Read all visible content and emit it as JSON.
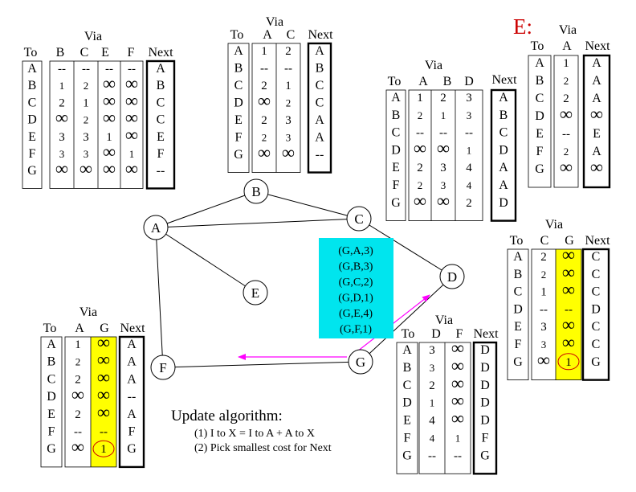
{
  "inf_symbol": "∞",
  "e_label": "E:",
  "network": {
    "nodes": [
      "A",
      "B",
      "C",
      "D",
      "E",
      "F",
      "G"
    ],
    "links": [
      [
        "A",
        "B"
      ],
      [
        "B",
        "C"
      ],
      [
        "A",
        "C"
      ],
      [
        "A",
        "E"
      ],
      [
        "A",
        "F"
      ],
      [
        "C",
        "D"
      ],
      [
        "F",
        "G"
      ],
      [
        "G",
        "D"
      ]
    ]
  },
  "advertisement": {
    "items": [
      "(G,A,3)",
      "(G,B,3)",
      "(G,C,2)",
      "(G,D,1)",
      "(G,E,4)",
      "(G,F,1)"
    ],
    "color": "#00e5ee"
  },
  "algorithm": {
    "title": "Update algorithm:",
    "step1": "(1) I to X = I to A + A to X",
    "step2": "(2) Pick smallest cost for Next"
  },
  "highlight_color": "#ffff00",
  "accent_red": "#cc0000",
  "arrow_color": "#ff00ff",
  "tables": [
    {
      "node": "A",
      "via_label": "Via",
      "to_label": "To",
      "next_label": "Next",
      "dests": [
        "A",
        "B",
        "C",
        "D",
        "E",
        "F",
        "G"
      ],
      "via": [
        "B",
        "C",
        "E",
        "F"
      ],
      "cols": [
        [
          "--",
          "1",
          "2",
          "∞",
          "3",
          "3",
          "∞"
        ],
        [
          "--",
          "2",
          "1",
          "2",
          "3",
          "3",
          "∞"
        ],
        [
          "--",
          "∞",
          "∞",
          "∞",
          "1",
          "∞",
          "∞"
        ],
        [
          "--",
          "∞",
          "∞",
          "∞",
          "∞",
          "1",
          "∞"
        ]
      ],
      "next": [
        "A",
        "B",
        "C",
        "C",
        "E",
        "F",
        "--"
      ]
    },
    {
      "node": "B",
      "via_label": "Via",
      "to_label": "To",
      "next_label": "Next",
      "dests": [
        "A",
        "B",
        "C",
        "D",
        "E",
        "F",
        "G"
      ],
      "via": [
        "A",
        "C"
      ],
      "cols": [
        [
          "1",
          "--",
          "2",
          "∞",
          "2",
          "2",
          "∞"
        ],
        [
          "2",
          "--",
          "1",
          "2",
          "3",
          "3",
          "∞"
        ]
      ],
      "next": [
        "A",
        "B",
        "C",
        "C",
        "A",
        "A",
        "--"
      ]
    },
    {
      "node": "C",
      "via_label": "Via",
      "to_label": "To",
      "next_label": "Next",
      "dests": [
        "A",
        "B",
        "C",
        "D",
        "E",
        "F",
        "G"
      ],
      "via": [
        "A",
        "B",
        "D"
      ],
      "cols": [
        [
          "1",
          "2",
          "--",
          "∞",
          "2",
          "2",
          "∞"
        ],
        [
          "2",
          "1",
          "--",
          "∞",
          "3",
          "3",
          "∞"
        ],
        [
          "3",
          "3",
          "--",
          "1",
          "4",
          "4",
          "2"
        ]
      ],
      "next": [
        "A",
        "B",
        "C",
        "D",
        "A",
        "A",
        "D"
      ]
    },
    {
      "node": "E",
      "via_label": "Via",
      "to_label": "To",
      "next_label": "Next",
      "dests": [
        "A",
        "B",
        "C",
        "D",
        "E",
        "F",
        "G"
      ],
      "via": [
        "A"
      ],
      "cols": [
        [
          "1",
          "2",
          "2",
          "∞",
          "--",
          "2",
          "∞"
        ]
      ],
      "next": [
        "A",
        "A",
        "A",
        "∞",
        "E",
        "A",
        "∞"
      ]
    },
    {
      "node": "D",
      "via_label": "Via",
      "to_label": "To",
      "next_label": "Next",
      "dests": [
        "A",
        "B",
        "C",
        "D",
        "E",
        "F",
        "G"
      ],
      "via": [
        "C",
        "G"
      ],
      "cols": [
        [
          "2",
          "2",
          "1",
          "--",
          "3",
          "3",
          "∞"
        ],
        [
          "∞",
          "∞",
          "∞",
          "--",
          "∞",
          "∞",
          "1"
        ]
      ],
      "next": [
        "C",
        "C",
        "C",
        "D",
        "C",
        "C",
        "G"
      ]
    },
    {
      "node": "F",
      "via_label": "Via",
      "to_label": "To",
      "next_label": "Next",
      "dests": [
        "A",
        "B",
        "C",
        "D",
        "E",
        "F",
        "G"
      ],
      "via": [
        "A",
        "G"
      ],
      "cols": [
        [
          "1",
          "2",
          "2",
          "∞",
          "2",
          "--",
          "∞"
        ],
        [
          "∞",
          "∞",
          "∞",
          "∞",
          "∞",
          "--",
          "1"
        ]
      ],
      "next": [
        "A",
        "A",
        "A",
        "--",
        "A",
        "F",
        "G"
      ]
    },
    {
      "node": "G",
      "via_label": "Via",
      "to_label": "To",
      "next_label": "Next",
      "dests": [
        "A",
        "B",
        "C",
        "D",
        "E",
        "F",
        "G"
      ],
      "via": [
        "D",
        "F"
      ],
      "cols": [
        [
          "3",
          "3",
          "2",
          "1",
          "4",
          "4",
          "--"
        ],
        [
          "∞",
          "∞",
          "∞",
          "∞",
          "∞",
          "1",
          "--"
        ]
      ],
      "next": [
        "D",
        "D",
        "D",
        "D",
        "D",
        "F",
        "G"
      ]
    }
  ]
}
